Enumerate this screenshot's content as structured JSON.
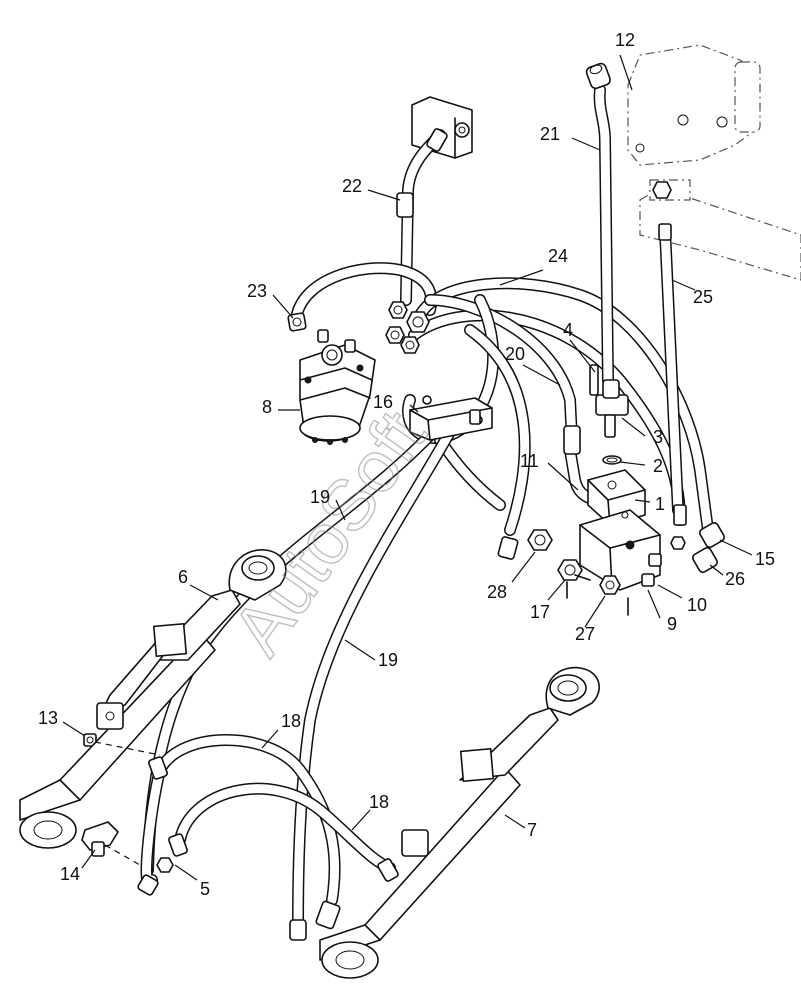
{
  "diagram": {
    "watermark": "AutoSoft",
    "callouts": [
      {
        "id": "12",
        "text": "12"
      },
      {
        "id": "21",
        "text": "21"
      },
      {
        "id": "22",
        "text": "22"
      },
      {
        "id": "24",
        "text": "24"
      },
      {
        "id": "25",
        "text": "25"
      },
      {
        "id": "23",
        "text": "23"
      },
      {
        "id": "4",
        "text": "4"
      },
      {
        "id": "20",
        "text": "20"
      },
      {
        "id": "8",
        "text": "8"
      },
      {
        "id": "16",
        "text": "16"
      },
      {
        "id": "3",
        "text": "3"
      },
      {
        "id": "2",
        "text": "2"
      },
      {
        "id": "11",
        "text": "11"
      },
      {
        "id": "1",
        "text": "1"
      },
      {
        "id": "19a",
        "text": "19"
      },
      {
        "id": "15",
        "text": "15"
      },
      {
        "id": "26",
        "text": "26"
      },
      {
        "id": "6",
        "text": "6"
      },
      {
        "id": "28",
        "text": "28"
      },
      {
        "id": "10",
        "text": "10"
      },
      {
        "id": "17",
        "text": "17"
      },
      {
        "id": "9",
        "text": "9"
      },
      {
        "id": "27",
        "text": "27"
      },
      {
        "id": "19b",
        "text": "19"
      },
      {
        "id": "13",
        "text": "13"
      },
      {
        "id": "18a",
        "text": "18"
      },
      {
        "id": "18b",
        "text": "18"
      },
      {
        "id": "7",
        "text": "7"
      },
      {
        "id": "14",
        "text": "14"
      },
      {
        "id": "5",
        "text": "5"
      }
    ]
  }
}
